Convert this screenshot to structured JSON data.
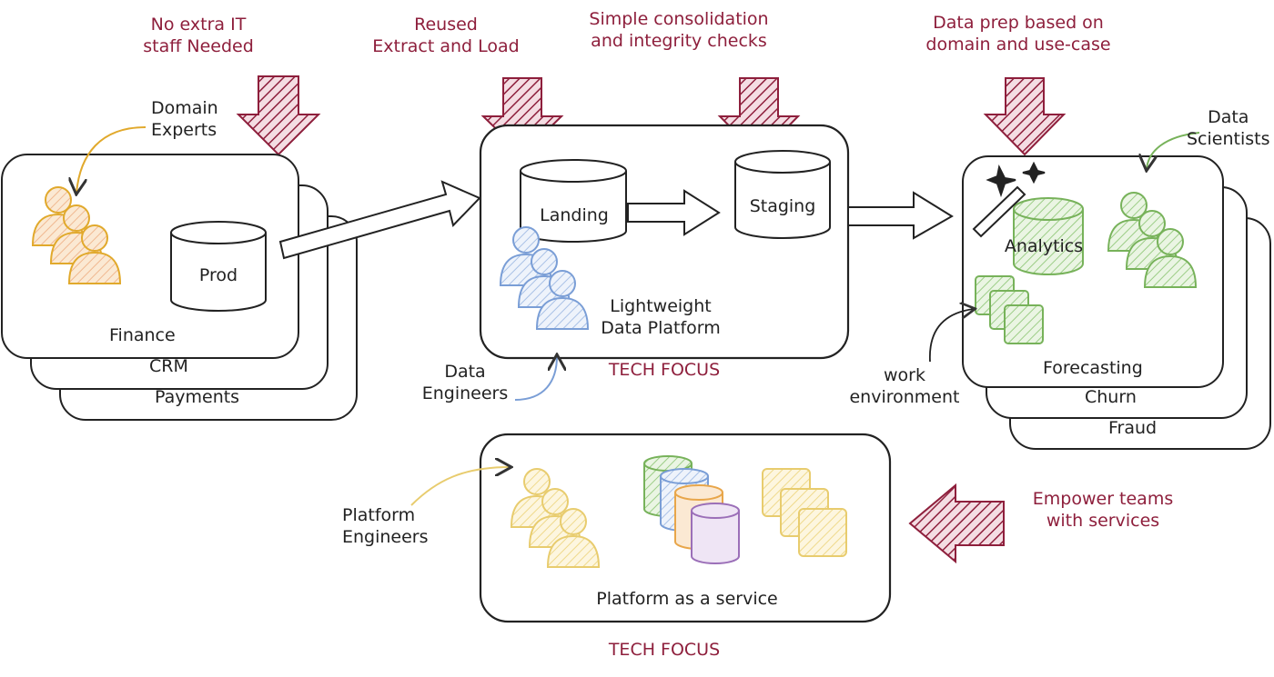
{
  "colors": {
    "annotation": "#8e1f3c",
    "arrow_fill": "#8e1f3c",
    "domain_experts": "#e1a92c",
    "data_engineers": "#7a9ed6",
    "data_scientists": "#77b25a",
    "platform_engineers": "#e8cc6e",
    "storage_green": "#77b25a",
    "storage_blue": "#7a9ed6",
    "storage_orange": "#e8a64a",
    "storage_purple": "#9b6fb8",
    "ink": "#222222"
  },
  "annotations": {
    "no_it_staff": [
      "No extra IT",
      "staff Needed"
    ],
    "reused_el": [
      "Reused",
      "Extract and Load"
    ],
    "consolidation": [
      "Simple consolidation",
      "and integrity checks"
    ],
    "data_prep": [
      "Data prep based on",
      "domain and use-case"
    ],
    "empower": [
      "Empower teams",
      "with services"
    ]
  },
  "tech_focus": {
    "middle": "TECH FOCUS",
    "bottom": "TECH FOCUS"
  },
  "source_domains": {
    "people_label": [
      "Domain",
      "Experts"
    ],
    "database": "Prod",
    "stack": [
      "Finance",
      "CRM",
      "Payments"
    ]
  },
  "lightweight_platform": {
    "landing": "Landing",
    "staging": "Staging",
    "title": [
      "Lightweight",
      "Data Platform"
    ],
    "people_label": [
      "Data",
      "Engineers"
    ]
  },
  "consumer_domains": {
    "database": "Analytics",
    "people_label": [
      "Data",
      "Scientists"
    ],
    "stack": [
      "Forecasting",
      "Churn",
      "Fraud"
    ],
    "work_env_label": [
      "work",
      "environment"
    ]
  },
  "platform_service": {
    "title": "Platform as a service",
    "people_label": [
      "Platform",
      "Engineers"
    ]
  }
}
